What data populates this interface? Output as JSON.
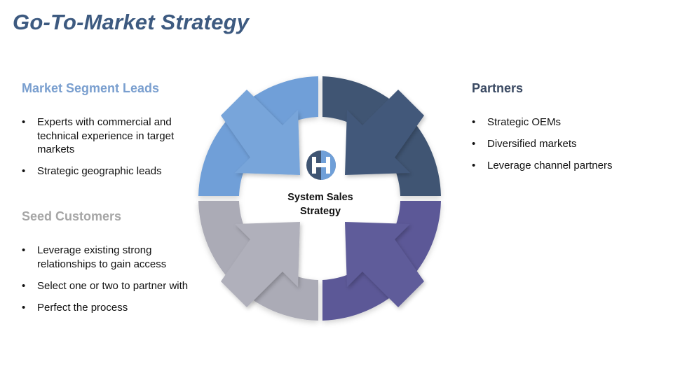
{
  "title": "Go-To-Market Strategy",
  "market_segment": {
    "heading": "Market Segment Leads",
    "bullets": [
      "Experts with commercial and technical experience in target markets",
      "Strategic geographic leads"
    ]
  },
  "seed_customers": {
    "heading": "Seed Customers",
    "bullets": [
      "Leverage existing strong relationships to gain access",
      "Select one or two to partner with",
      "Perfect the process"
    ]
  },
  "partners": {
    "heading": "Partners",
    "bullets": [
      "Strategic OEMs",
      "Diversified markets",
      "Leverage channel partners"
    ]
  },
  "center": {
    "logo_letter": "H",
    "label_line1": "System Sales",
    "label_line2": "Strategy"
  },
  "colors": {
    "title": "#3d5a80",
    "market_segment": "#6f9fd8",
    "partners": "#3f5573",
    "seed_customers": "#ababb6",
    "bottom_right": "#5b5897"
  },
  "icons": {
    "logo": "h-logo-icon"
  }
}
